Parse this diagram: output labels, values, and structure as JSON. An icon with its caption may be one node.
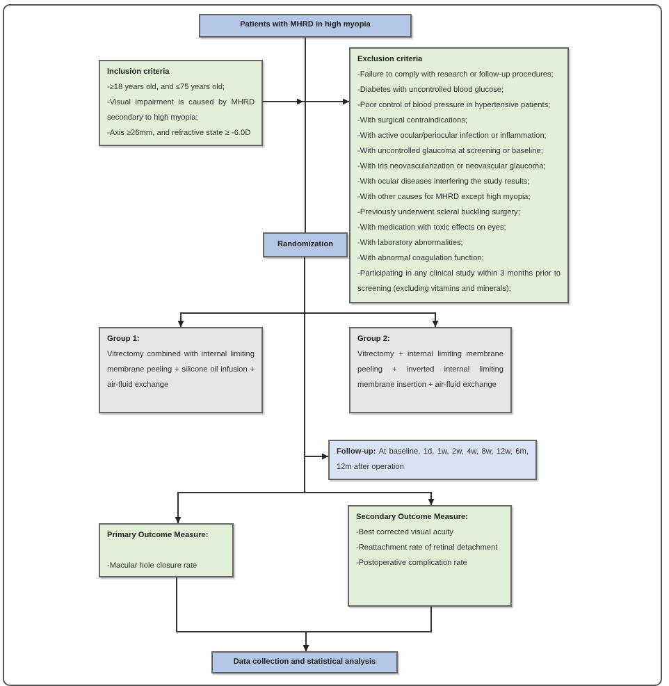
{
  "diagram": {
    "nodes": [
      {
        "text": [
          "Patients with MHRD in high myopia"
        ]
      },
      {
        "text": [
          "Inclusion criteria",
          "-≥18 years old, and ≤75 years old;",
          "-Visual impairment is caused by MHRD secondary to high myopia;",
          "-Axis ≥26mm, and refractive state ≥ -6.0D"
        ]
      },
      {
        "text": [
          "Exclusion criteria",
          "-Failure to comply with research or follow-up procedures;",
          "-Diabetes with uncontrolled blood glucose;",
          "-Poor control of blood pressure in hypertensive patients;",
          "-With surgical contraindications;",
          "-With active ocular/periocular infection or inflammation;",
          "-With uncontrolled glaucoma at screening or baseline;",
          "-With iris neovascularization or neovascular glaucoma;",
          "-With ocular diseases interfering the study results;",
          "-With other causes for MHRD except high myopia;",
          "-Previously underwent scleral buckling surgery;",
          "-With medication with toxic effects on eyes;",
          "-With laboratory abnormalities;",
          "-With abnormal coagulation function;",
          "-Participating in any clinical study within 3 months prior to screening (excluding vitamins and minerals);"
        ]
      },
      {
        "text": [
          "Randomization"
        ]
      },
      {
        "text": [
          "Group 1:",
          "Vitrectomy combined with internal limiting membrane peeling + silicone oil infusion + air-fluid exchange"
        ]
      },
      {
        "text": [
          "Group 2:",
          "Vitrectomy + internal limiting membrane peeling + inverted internal limiting membrane insertion + air-fluid exchange"
        ]
      },
      {
        "text": [
          "**Follow-up:** At baseline, 1d, 1w, 2w, 4w, 8w, 12w, 6m, 12m after operation"
        ]
      },
      {
        "text": [
          "Primary Outcome Measure:",
          "-Macular hole closure rate"
        ]
      },
      {
        "text": [
          "Secondary Outcome Measure:",
          "-Best corrected visual acuity",
          "-Reattachment rate of retinal detachment",
          "-Postoperative complication rate"
        ]
      },
      {
        "text": [
          "Data collection and statistical analysis"
        ]
      }
    ],
    "edges": [
      {
        "from": 0,
        "to": 3,
        "arrow": "none"
      },
      {
        "from": 1,
        "to": 2,
        "arrow": "to"
      },
      {
        "from": 3,
        "to": 4,
        "arrow": "to"
      },
      {
        "from": 3,
        "to": 5,
        "arrow": "to"
      },
      {
        "from": 3,
        "to": 6,
        "arrow": "to"
      },
      {
        "from": 3,
        "to": 7,
        "arrow": "to"
      },
      {
        "from": 3,
        "to": 8,
        "arrow": "to"
      },
      {
        "from": 7,
        "to": 9,
        "arrow": "to"
      },
      {
        "from": 8,
        "to": 9,
        "arrow": "to"
      }
    ]
  }
}
